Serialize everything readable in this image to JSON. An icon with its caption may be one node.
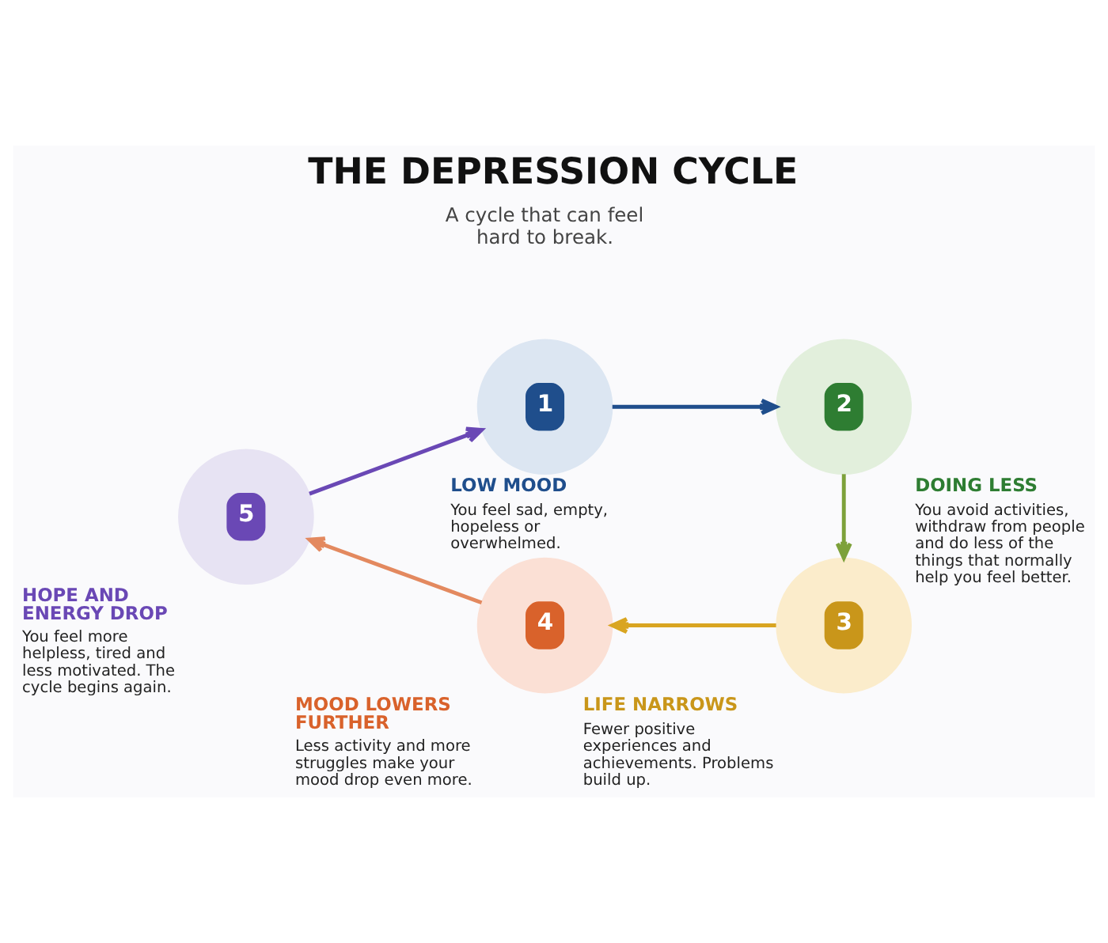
{
  "diagram": {
    "title": "THE DEPRESSION CYCLE",
    "nodes": [
      {
        "text": [
          "1"
        ],
        "beside": [
          "LOW MOOD",
          "You feel sad, empty, hopeless or overwhelmed."
        ]
      },
      {
        "text": [
          "2"
        ],
        "beside": [
          "DOING LESS",
          "You avoid activities, withdraw from people and do less of the things that normally help you feel better."
        ]
      },
      {
        "text": [
          "3"
        ],
        "beside": [
          "LIFE NARROWS",
          "Fewer positive experiences and achievements. Problems build up."
        ]
      },
      {
        "text": [
          "4"
        ],
        "beside": [
          "MOOD LOWERS FURTHER",
          "Less activity and more struggles make your mood drop even more."
        ]
      },
      {
        "text": [
          "5"
        ],
        "beside": [
          "HOPE AND ENERGY DROP",
          "You feel more helpless, tired and less motivated. The cycle begins again."
        ]
      }
    ],
    "edges": [
      {
        "from": 0,
        "to": 1,
        "arrow": "to",
        "color": "#1f4e8c"
      },
      {
        "from": 1,
        "to": 2,
        "arrow": "to",
        "color": "#7da13a"
      },
      {
        "from": 2,
        "to": 3,
        "arrow": "to",
        "color": "#d9a521"
      },
      {
        "from": 3,
        "to": 4,
        "arrow": "to",
        "color": "#e3895f"
      },
      {
        "from": 4,
        "to": 0,
        "arrow": "to",
        "color": "#6a48b5"
      }
    ],
    "labels": [
      "A cycle that can feel hard to break."
    ]
  }
}
